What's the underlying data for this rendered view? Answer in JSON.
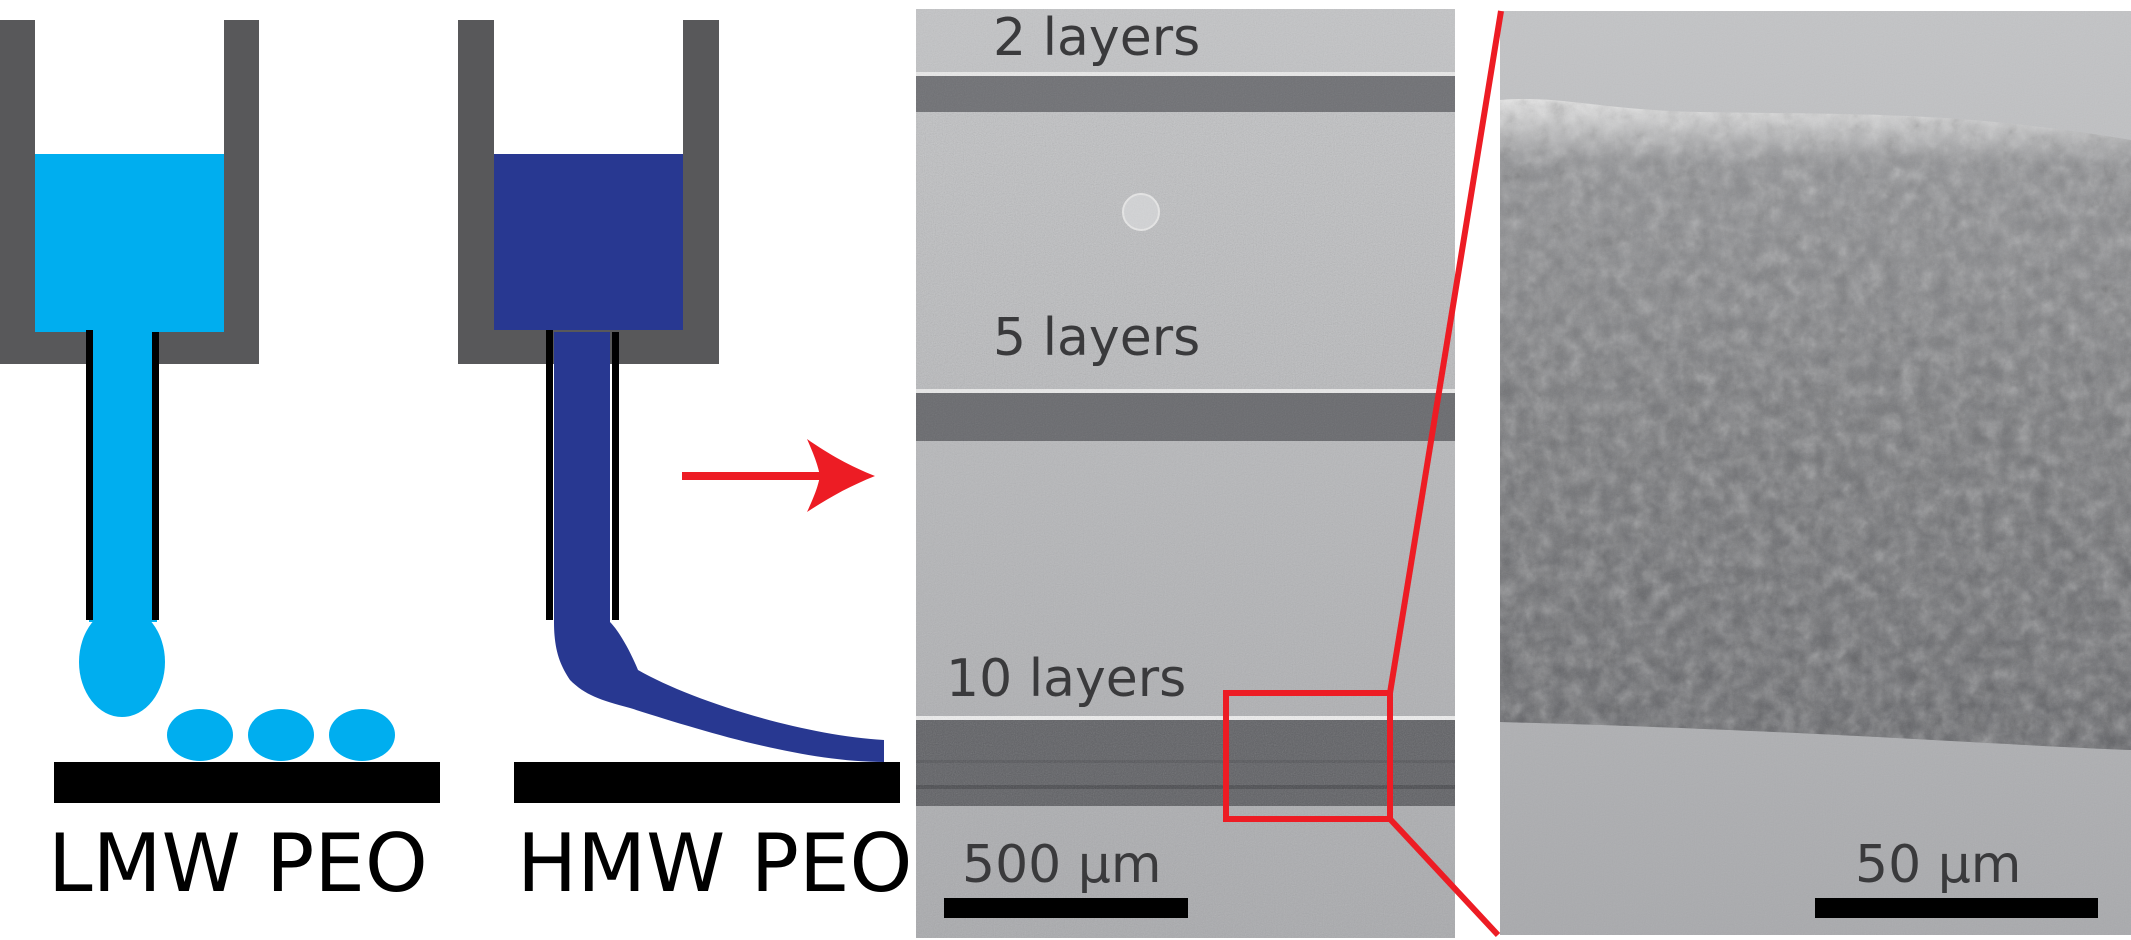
{
  "schematic": {
    "left_label": "LMW PEO",
    "right_label": "HMW PEO"
  },
  "sem_overview": {
    "labels": [
      "2 layers",
      "5 layers",
      "10 layers"
    ],
    "scale_bar": "500 µm"
  },
  "sem_zoom": {
    "scale_bar": "50 µm"
  },
  "colors": {
    "syringe": "#58585a",
    "lmw_ink": "#00aeef",
    "hmw_ink": "#283891",
    "arrow": "#ed1c24",
    "sem_bg": "#b9babd",
    "sem_fiber": "#6d6e72"
  }
}
